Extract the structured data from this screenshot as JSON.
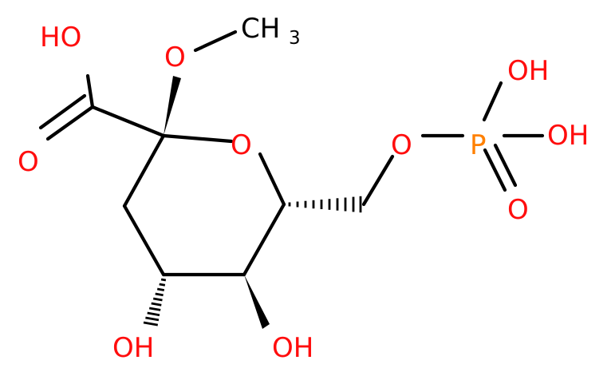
{
  "colors": {
    "bond": "#000000",
    "oxygen": "#ff0d0d",
    "phosphorus": "#ff8000",
    "background": "#ffffff"
  },
  "labels": {
    "carboxyl_oh": "HO",
    "carbonyl_o": "O",
    "methoxy_o": "O",
    "methyl_c": "CH",
    "methyl_sub": "3",
    "ring_o": "O",
    "ester_o": "O",
    "phosphorus": "P",
    "p_oh_1": "OH",
    "p_oh_2": "OH",
    "p_oxo": "O",
    "c4_oh": "OH",
    "c5_oh": "OH"
  }
}
